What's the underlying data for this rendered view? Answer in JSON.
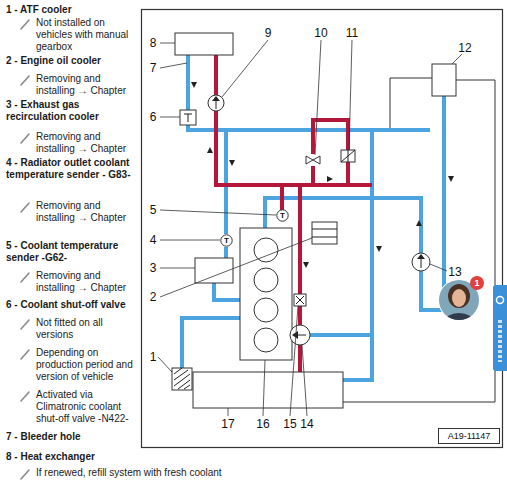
{
  "diagram": {
    "nodes": [
      {
        "text": [
          "T"
        ]
      },
      {
        "text": [
          "T"
        ]
      },
      {
        "text": [
          "A19-11147"
        ]
      }
    ],
    "labels": [
      "1 - ATF cooler",
      "Not installed on vehicles with manual gearbox",
      "2 - Engine oil cooler",
      "Removing and installing → Chapter",
      "3 - Exhaust gas recirculation cooler",
      "Removing and installing → Chapter",
      "4 - Radiator outlet coolant temperature sender - G83-",
      "Removing and installing → Chapter",
      "5 - Coolant temperature sender -G62-",
      "Removing and installing → Chapter",
      "6 - Coolant shut-off valve",
      "Not fitted on all versions",
      "Depending on production period and version of vehicle",
      "Activated via Climatronic coolant shut-off valve -N422-",
      "7 - Bleeder hole",
      "8 - Heat exchanger",
      "If renewed, refill system with fresh coolant",
      "1",
      "2",
      "3",
      "4",
      "5",
      "6",
      "7",
      "8",
      "9",
      "10",
      "11",
      "12",
      "13",
      "14",
      "15",
      "16",
      "17",
      "1"
    ]
  }
}
